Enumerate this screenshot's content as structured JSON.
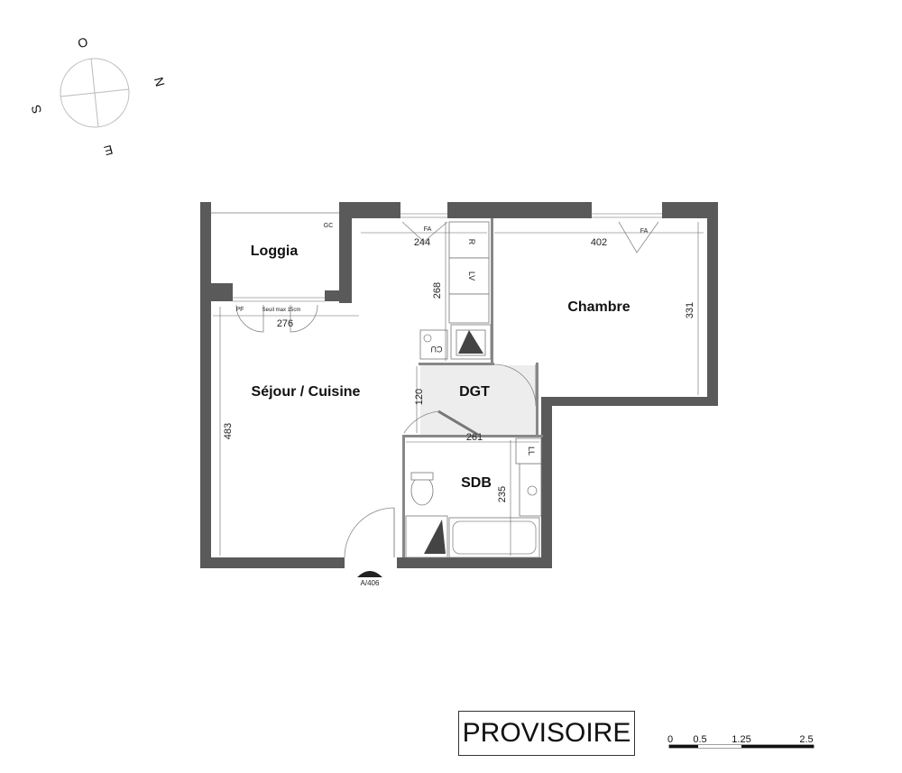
{
  "compass": {
    "labels": {
      "top": "O",
      "right": "N",
      "bottom": "E",
      "left": "S"
    }
  },
  "rooms": {
    "loggia": "Loggia",
    "chambre": "Chambre",
    "sejour": "Séjour / Cuisine",
    "dgt": "DGT",
    "sdb": "SDB"
  },
  "dimensions": {
    "loggia_width": "276",
    "sejour_height": "483",
    "kitchen_run": "268",
    "kitchen_width": "244",
    "chambre_width": "402",
    "chambre_height": "331",
    "dgt_height": "120",
    "sdb_width": "261",
    "sdb_height": "235"
  },
  "fixtures": {
    "gc": "GC",
    "fa_left": "FA",
    "fa_right": "FA",
    "pf": "PF",
    "threshold": "Seuil max 15cm",
    "fridge": "R",
    "dishwasher": "LV",
    "cu": "CU",
    "ll": "LL",
    "entry": "A/406"
  },
  "stamp": "PROVISOIRE",
  "scale": {
    "labels": [
      "0",
      "0.5",
      "1.25",
      "2.5"
    ]
  }
}
